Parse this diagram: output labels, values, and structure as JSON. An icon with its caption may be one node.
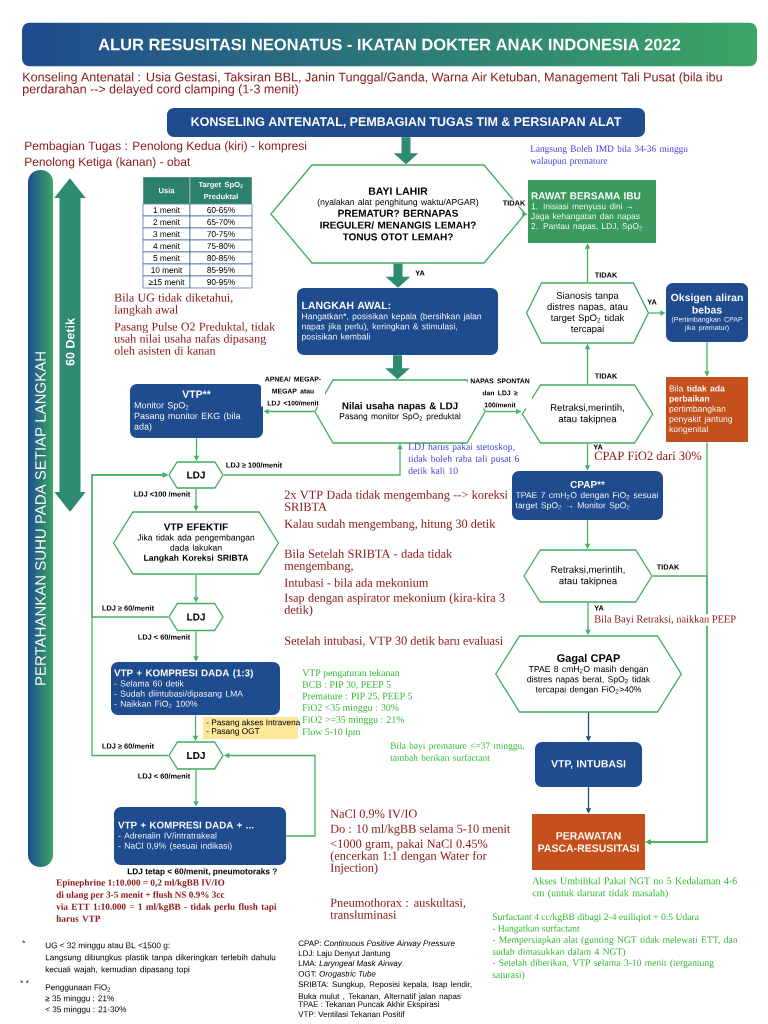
{
  "diagram": {
    "title": "ALUR RESUSITASI NEONATUS - IKATAN DOKTER ANAK INDONESIA 2022",
    "nodes": [
      {
        "text": [
          "KONSELING ANTENATAL, PEMBAGIAN TUGAS TIM & PERSIAPAN ALAT"
        ]
      },
      {
        "text": [
          "BAYI LAHIR",
          "(nyalakan alat penghitung waktu/APGAR)",
          "PREMATUR? BERNAPAS IREGULER/ MENANGIS LEMAH? TONUS OTOT LEMAH?"
        ]
      },
      {
        "text": [
          "RAWAT BERSAMA IBU",
          "1. Inisiasi menyusu dini → Jaga kehangatan dan napas",
          "2. Pantau napas, LDJ, SpO$_{2}$"
        ]
      },
      {
        "text": [
          "LANGKAH AWAL:",
          "Hangatkan*, posisikan kepala (bersihkan jalan napas jika perlu), keringkan & stimulasi, posisikan kembali"
        ]
      },
      {
        "text": [
          "Sianosis tanpa distres napas, atau target SpO$_{2}$ tidak tercapai"
        ]
      },
      {
        "text": [
          "Oksigen aliran bebas",
          "(Pertimbangkan CPAP jika prematur)"
        ]
      },
      {
        "text": [
          "Bila **tidak ada perbaikan** pertimbangkan penyakit jantung kongenital"
        ]
      },
      {
        "text": [
          "VTP**",
          "Monitor SpO$_{2}$",
          "Pasang monitor EKG (bila ada)"
        ]
      },
      {
        "text": [
          "Nilai usaha napas & LDJ",
          "Pasang monitor SpO$_{2}$ preduktal"
        ]
      },
      {
        "text": [
          "Retraksi,merintih, atau takipnea"
        ]
      },
      {
        "text": [
          "LDJ"
        ]
      },
      {
        "text": [
          "CPAP**",
          "TPAE 7 cmH$_{2}$O dengan FiO$_{2}$ sesuai target SpO$_{2}$ → Monitor SpO$_{2}$"
        ]
      },
      {
        "text": [
          "VTP EFEKTIF",
          "Jika tidak ada pengembangan dada lakukan",
          "Langkah Koreksi SRIBTA"
        ]
      },
      {
        "text": [
          "Retraksi,merintih, atau takipnea"
        ]
      },
      {
        "text": [
          "LDJ"
        ]
      },
      {
        "text": [
          "Gagal CPAP",
          "TPAE 8 cmH$_{2}$O masih dengan distres napas berat, SpO$_{2}$ tidak tercapai dengan FiO$_{2}$>40%"
        ]
      },
      {
        "text": [
          "VTP + KOMPRESI DADA (1:3)",
          "- Selama 60 detik",
          "- Sudah diintubasi/dipasang LMA",
          "- Naikkan FiO$_{2}$ 100%"
        ]
      },
      {
        "text": [
          "LDJ"
        ]
      },
      {
        "text": [
          "VTP, INTUBASI"
        ],
        "beside": [
          "Bila bayi premature <=37 minggu, tambah berikan surfactant"
        ]
      },
      {
        "text": [
          "VTP + KOMPRESI DADA + ...",
          "- Adrenalin IV/intratrakeal",
          "- NaCl 0,9% (sesuai indikasi)"
        ],
        "beside": [
          "LDJ tetap < 60/menit, pneumotoraks ?"
        ]
      },
      {
        "text": [
          "PERAWATAN PASCA-RESUSITASI"
        ],
        "beside": [
          "Akses Umbilikal Pakai NGT no 5 Kedalaman 4-6 cm (untuk darurat tidak masalah)"
        ]
      }
    ],
    "edges": [
      {
        "from": 0,
        "to": 1,
        "arrow": "to",
        "style": "thick",
        "color": "#2f8a72"
      },
      {
        "from": 1,
        "to": 2,
        "arrow": "to",
        "label": "TIDAK"
      },
      {
        "from": 1,
        "to": 3,
        "arrow": "to",
        "label": "YA",
        "style": "thick",
        "color": "#2f8a72"
      },
      {
        "from": 3,
        "to": 8,
        "arrow": "to",
        "style": "thick",
        "color": "#2f8a72"
      },
      {
        "from": 8,
        "to": 7,
        "arrow": "to",
        "label": "APNEA/ MEGAP-MEGAP atau LDJ <100/menit"
      },
      {
        "from": 8,
        "to": 9,
        "arrow": "to",
        "label": "NAPAS SPONTAN dan LDJ ≥ 100/menit"
      },
      {
        "from": 9,
        "to": 4,
        "arrow": "to",
        "label": "TIDAK"
      },
      {
        "from": 4,
        "to": 2,
        "arrow": "to",
        "label": "TIDAK"
      },
      {
        "from": 4,
        "to": 5,
        "arrow": "to",
        "label": "YA"
      },
      {
        "from": 5,
        "to": 6,
        "arrow": "to"
      },
      {
        "from": 9,
        "to": 11,
        "arrow": "to",
        "label": "YA"
      },
      {
        "from": 7,
        "to": 10,
        "arrow": "to"
      },
      {
        "from": 10,
        "to": 8,
        "arrow": "to",
        "label": "LDJ ≥ 100/menit"
      },
      {
        "from": 10,
        "to": 12,
        "arrow": "to",
        "label": "LDJ <100 /menit"
      },
      {
        "from": 12,
        "to": 14,
        "arrow": "to"
      },
      {
        "from": 14,
        "to": 10,
        "arrow": "to",
        "label": "LDJ ≥ 60/menit"
      },
      {
        "from": 14,
        "to": 16,
        "arrow": "to",
        "label": "LDJ < 60/menit"
      },
      {
        "from": 16,
        "to": 17,
        "arrow": "to"
      },
      {
        "from": 17,
        "to": 10,
        "arrow": "to",
        "label": "LDJ ≥ 60/menit"
      },
      {
        "from": 17,
        "to": 19,
        "arrow": "to",
        "label": "LDJ < 60/menit"
      },
      {
        "from": 19,
        "to": 17,
        "arrow": "to"
      },
      {
        "from": 11,
        "to": 13,
        "arrow": "to"
      },
      {
        "from": 13,
        "to": 15,
        "arrow": "to",
        "label": "YA"
      },
      {
        "from": 13,
        "to": 20,
        "arrow": "to",
        "label": "TIDAK"
      },
      {
        "from": 6,
        "to": 20,
        "arrow": "to"
      },
      {
        "from": 15,
        "to": 18,
        "arrow": "to",
        "color": "#1f4b8f"
      },
      {
        "from": 18,
        "to": 20,
        "arrow": "to",
        "color": "#1f4b8f"
      }
    ],
    "labels": [
      "Konseling Antenatal : Usia Gestasi, Taksiran BBL, Janin Tunggal/Ganda, Warna Air Ketuban, Management Tali Pusat (bila ibu perdarahan --> delayed cord clamping (1-3 menit)",
      "Pembagian Tugas : Penolong Kedua (kiri) - kompresi",
      "Penolong Ketiga (kanan) - obat",
      "Langsung Boleh IMD bila 34-36 minggu walaupun premature",
      "Usia",
      "Target SpO$_{2}$ Preduktal",
      "1 menit",
      "60-65%",
      "2 menit",
      "65-70%",
      "3 menit",
      "70-75%",
      "4 menit",
      "75-80%",
      "5 menit",
      "80-85%",
      "10 menit",
      "85-95%",
      "≥15 menit",
      "90-95%",
      "Bila UG tidak diketahui, langkah awal",
      "Pasang Pulse O2 Preduktal, tidak usah nilai usaha nafas dipasang oleh asisten di kanan",
      "PERTAHANKAN SUHU PADA SETIAP LANGKAH",
      "60 Detik",
      "LDJ harus pakai stetoskop, tidak boleh raba tali pusat 6 detik kali 10",
      "CPAP FiO2 dari 30%",
      "2x VTP Dada tidak mengembang --> koreksi SRIBTA",
      "Kalau sudah mengembang, hitung 30 detik",
      "Bila Setelah SRIBTA - dada tidak mengembang,",
      "Intubasi - bila ada mekonium",
      "Isap dengan aspirator mekonium (kira-kira 3 detik)",
      "Setelah intubasi, VTP 30 detik baru evaluasi",
      "Bila Bayi Retraksi, naikkan PEEP",
      "VTP pengaturan tekanan",
      "BCB : PIP 30, PEEP 5",
      "Premature : PIP 25, PEEP 5",
      "FiO2 <35 minggu : 30%",
      "- Pasang akses Intravena",
      "FiO2 >=35 minggu : 21%",
      "- Pasang OGT",
      "Flow 5-10 lpm",
      "NaCl 0.9% IV/IO",
      "Do : 10 ml/kgBB selama 5-10 menit",
      "<1000 gram, pakai NaCl 0.45% (encerkan 1:1 dengan Water for Injection)",
      "Epinephrine 1:10.000 = 0,2 ml/kgBB IV/IO",
      "di ulang per 3-5 menit + flush NS 0.9% 3cc",
      "via ETT 1:10.000 = 1 ml/kgBB - tidak perlu flush tapi harus VTP",
      "Pneumothorax : auskultasi, transluminasi",
      "Surfactant 4 cc/kgBB dibagi 2-4 euiliqiot + 0.5 Udara",
      "- Hangatkan surfactant",
      "- Mempersiapkan alat (gunting NGT tidak melewati ETT, dan sudah dimasukkan dalam 4 NGT)",
      "- Setelah diberikan, VTP selama 3-10 menit (tergantung saturasi)",
      "*",
      "UG < 32 minggu atau BL <1500 g:",
      "Langsung dibungkus plastik tanpa dikeringkan terlebih dahulu kecuali wajah, kemudian dipasang topi",
      "* *",
      "Penggunaan FiO$_{2}$",
      "≥ 35 minggu : 21%",
      "< 35 minggu : 21-30%",
      "CPAP: *Continuous Positive Airway Pressure*",
      "LDJ: Laju Denyut Jantung",
      "LMA: *Laryngeal Mask Airway*",
      "OGT: *Orogastric Tube*",
      "SRIBTA: Sungkup, Reposisi kepala, Isap lendir, Buka mulut , Tekanan, Alternatif jalan napas",
      "TPAE : Tekanan Puncak Akhir Ekspirasi",
      "VTP: Ventilasi Tekanan Positif"
    ]
  }
}
